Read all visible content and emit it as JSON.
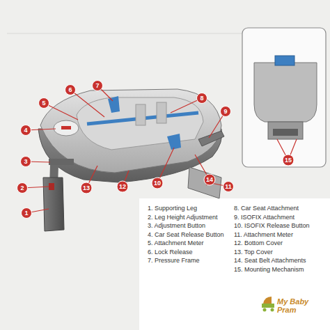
{
  "diagram": {
    "nodes": [
      {
        "text": [
          "1"
        ]
      },
      {
        "text": [
          "2"
        ]
      },
      {
        "text": [
          "3"
        ]
      },
      {
        "text": [
          "4"
        ]
      },
      {
        "text": [
          "5"
        ]
      },
      {
        "text": [
          "6"
        ]
      },
      {
        "text": [
          "7"
        ]
      },
      {
        "text": [
          "8"
        ]
      },
      {
        "text": [
          "9"
        ]
      },
      {
        "text": [
          "10"
        ]
      },
      {
        "text": [
          "11"
        ]
      },
      {
        "text": [
          "12"
        ]
      },
      {
        "text": [
          "13"
        ]
      },
      {
        "text": [
          "14"
        ]
      },
      {
        "text": [
          "15"
        ]
      }
    ],
    "labels": [
      "1. Supporting Leg",
      "2. Leg Height Adjustment",
      "3. Adjustment Button",
      "4. Car Seat Release Button",
      "5. Attachment Meter",
      "6. Lock Release",
      "7. Pressure Frame",
      "8. Car Seat Attachment",
      "9. ISOFIX Attachment",
      "10. ISOFIX Release Button",
      "11. Attachment Meter",
      "12. Bottom Cover",
      "13. Top Cover",
      "14. Seat Belt Attachments",
      "15. Mounting Mechanism",
      "My Baby Pram"
    ]
  }
}
